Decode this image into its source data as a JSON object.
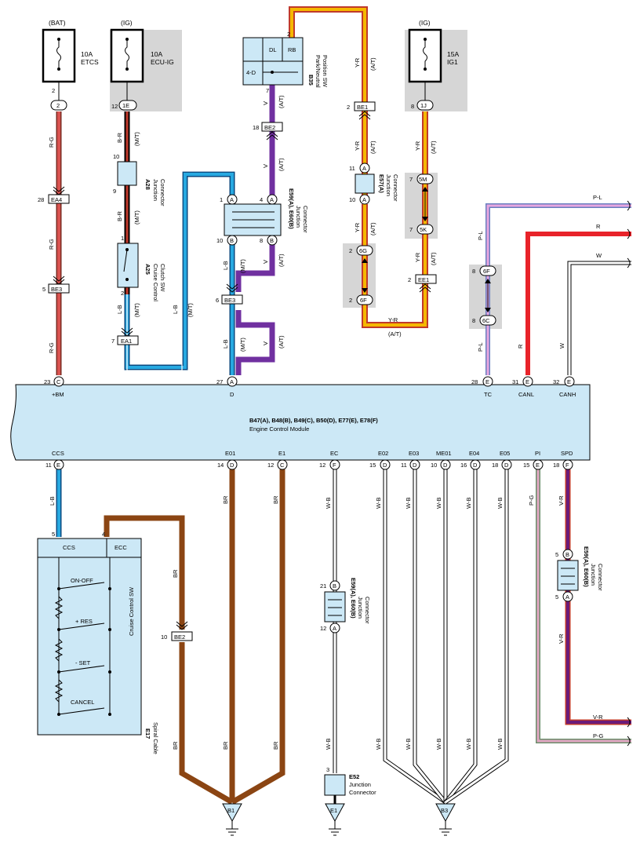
{
  "colors": {
    "R-G": "#c0392b",
    "B-R": "#2b0b0b",
    "L-B": "#27a9e1",
    "V": "#7030a0",
    "Y-R": "#f5b800",
    "P-L": "#d48ed0",
    "R": "#e8232a",
    "W": "#ffffff",
    "BR": "#a0522d",
    "W-B": "#ffffff",
    "P-G": "#d4a0b8",
    "V-R": "#7a1f6e"
  },
  "ecm": {
    "title": "B47(A), B48(B), B49(C), B50(D), E77(E), E78(F)",
    "name": "Engine Control Module",
    "top_pins": [
      {
        "num": "23",
        "conn": "C",
        "sig": "+BM"
      },
      {
        "num": "27",
        "conn": "A",
        "sig": "D"
      },
      {
        "num": "28",
        "conn": "E",
        "sig": "TC"
      },
      {
        "num": "31",
        "conn": "E",
        "sig": "CANL"
      },
      {
        "num": "32",
        "conn": "E",
        "sig": "CANH"
      }
    ],
    "bottom_pins": [
      {
        "num": "11",
        "conn": "E",
        "sig": "CCS"
      },
      {
        "num": "14",
        "conn": "D",
        "sig": "E01"
      },
      {
        "num": "12",
        "conn": "C",
        "sig": "E1"
      },
      {
        "num": "12",
        "conn": "F",
        "sig": "EC"
      },
      {
        "num": "15",
        "conn": "D",
        "sig": "E02"
      },
      {
        "num": "11",
        "conn": "D",
        "sig": "E03"
      },
      {
        "num": "10",
        "conn": "D",
        "sig": "ME01"
      },
      {
        "num": "16",
        "conn": "D",
        "sig": "E04"
      },
      {
        "num": "18",
        "conn": "D",
        "sig": "E05"
      },
      {
        "num": "15",
        "conn": "E",
        "sig": "PI"
      },
      {
        "num": "18",
        "conn": "F",
        "sig": "SPD"
      }
    ]
  },
  "fuses": [
    {
      "source": "(BAT)",
      "rating": "10A",
      "name": "ETCS",
      "pin": "2",
      "conn": "2"
    },
    {
      "source": "(IG)",
      "rating": "10A",
      "name": "ECU-IG",
      "pin": "12",
      "conn": "1E"
    },
    {
      "source": "(IG)",
      "rating": "15A",
      "name": "IG1",
      "pin": "8",
      "conn": "1J"
    }
  ],
  "connectors": {
    "EA4": {
      "pin": "28",
      "label": "EA4"
    },
    "BE3a": {
      "pin": "5",
      "label": "BE3"
    },
    "EA1": {
      "pin": "7",
      "label": "EA1"
    },
    "BE3b": {
      "pin": "6",
      "label": "BE3"
    },
    "BE2a": {
      "pin": "18",
      "label": "BE2"
    },
    "BE1": {
      "pin": "2",
      "label": "BE1"
    },
    "EE1": {
      "pin": "2",
      "label": "EE1"
    },
    "BE2b": {
      "pin": "10",
      "label": "BE2"
    }
  },
  "components": {
    "a28": {
      "id": "A28",
      "name1": "Junction",
      "name2": "Connector",
      "pin_top": "10",
      "pin_bot": "9"
    },
    "a25": {
      "id": "A25",
      "name1": "Cruise Control",
      "name2": "Clutch SW",
      "pin_top": "1",
      "pin_bot": "2"
    },
    "b35": {
      "id": "B35",
      "name1": "Park/Neutral",
      "name2": "Position SW",
      "dl": "DL",
      "rb": "RB",
      "fourd": "4-D",
      "pin_top": "2",
      "pin_bot": "7"
    },
    "e59top": {
      "id": "E59(A), E60(B)",
      "name1": "Junction",
      "name2": "Connector",
      "p1": "1",
      "p1c": "A",
      "p4": "4",
      "p4c": "A",
      "p10": "10",
      "p10c": "B",
      "p8": "8",
      "p8c": "B"
    },
    "e57": {
      "id": "E57(A)",
      "name1": "Junction",
      "name2": "Connector",
      "p11": "11",
      "p10": "10",
      "c": "A"
    },
    "ground_conns": [
      {
        "pin": "7",
        "label": "5M"
      },
      {
        "pin": "7",
        "label": "5K"
      },
      {
        "pin": "2",
        "label": "6G"
      },
      {
        "pin": "2",
        "label": "6F"
      },
      {
        "pin": "8",
        "label": "6F"
      },
      {
        "pin": "8",
        "label": "6C"
      }
    ],
    "e17": {
      "id": "E17",
      "name": "Spiral Cable",
      "sw_name": "Cruise Control SW",
      "ccs": "CCS",
      "ecc": "ECC",
      "pin_ccs": "5",
      "pin_ecc": "4",
      "on_off": "ON-OFF",
      "res": "+ RES",
      "set": "- SET",
      "cancel": "CANCEL"
    },
    "e59mid": {
      "id": "E59(A), E60(B)",
      "name1": "Junction",
      "name2": "Connector",
      "pt": "21",
      "ptc": "B",
      "pb": "12",
      "pbc": "A"
    },
    "e59right": {
      "id": "E59(A), E60(B)",
      "name1": "Junction",
      "name2": "Connector",
      "pt": "5",
      "ptc": "B",
      "pb": "5",
      "pbc": "A"
    },
    "e52": {
      "id": "E52",
      "name1": "Junction",
      "name2": "Connector",
      "pin": "3"
    }
  },
  "grounds": [
    "B1",
    "E1",
    "B3"
  ],
  "wire_labels": {
    "rg": "R-G",
    "br_": "B-R",
    "mt": "(M/T)",
    "at": "(A/T)",
    "lb": "L-B",
    "v": "V",
    "yr": "Y-R",
    "pl": "P-L",
    "r": "R",
    "w": "W",
    "brn": "BR",
    "wb": "W-B",
    "pg": "P-G",
    "vr": "V-R"
  }
}
